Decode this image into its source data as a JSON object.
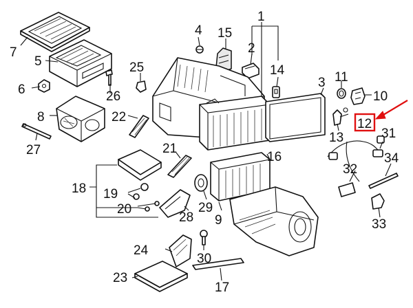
{
  "callouts": {
    "n1": "1",
    "n2": "2",
    "n3": "3",
    "n4": "4",
    "n5": "5",
    "n6": "6",
    "n7": "7",
    "n8": "8",
    "n9": "9",
    "n10": "10",
    "n11": "11",
    "n12": "12",
    "n13": "13",
    "n14": "14",
    "n15": "15",
    "n16": "16",
    "n17": "17",
    "n18": "18",
    "n19": "19",
    "n20": "20",
    "n21": "21",
    "n22": "22",
    "n23": "23",
    "n24": "24",
    "n25": "25",
    "n26": "26",
    "n27": "27",
    "n28": "28",
    "n29": "29",
    "n30": "30",
    "n31": "31",
    "n32": "32",
    "n33": "33",
    "n34": "34"
  },
  "highlight": {
    "callout": "12",
    "color": "#e01010"
  }
}
